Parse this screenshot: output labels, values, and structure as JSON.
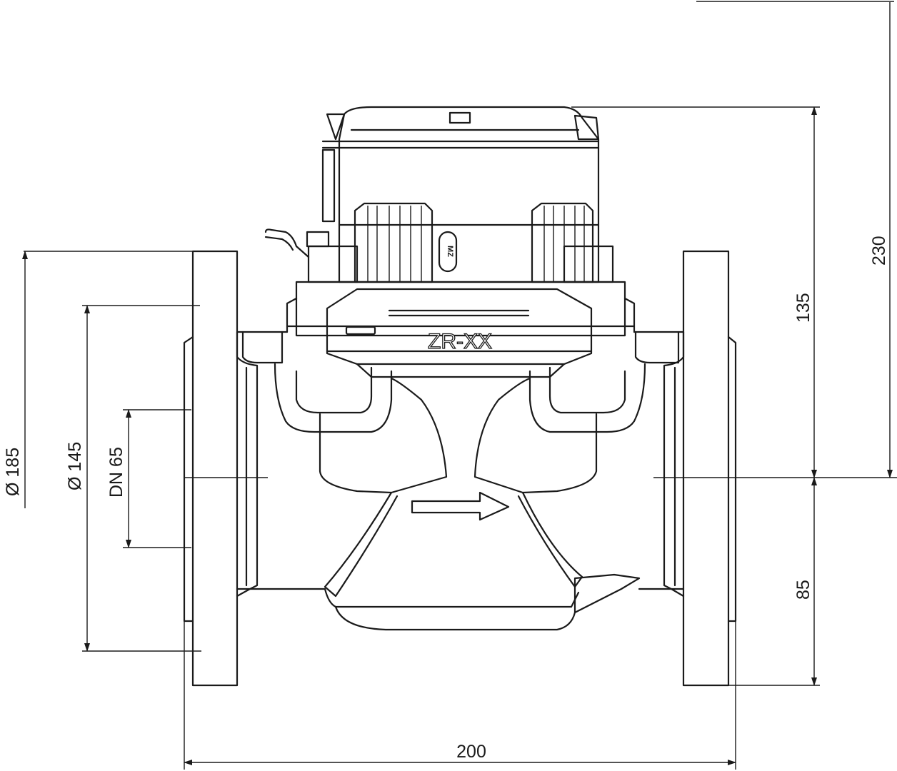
{
  "drawing": {
    "model_label": "ZR-XX",
    "logo_text": "MZ",
    "dimensions": {
      "flange_outer_diameter": "Ø 185",
      "bolt_circle_diameter": "Ø 145",
      "nominal_diameter": "DN 65",
      "total_height": "230",
      "height_above_axis": "135",
      "height_below_axis": "85",
      "length": "200"
    },
    "line_color": "#1a1a1a",
    "background": "#ffffff"
  }
}
